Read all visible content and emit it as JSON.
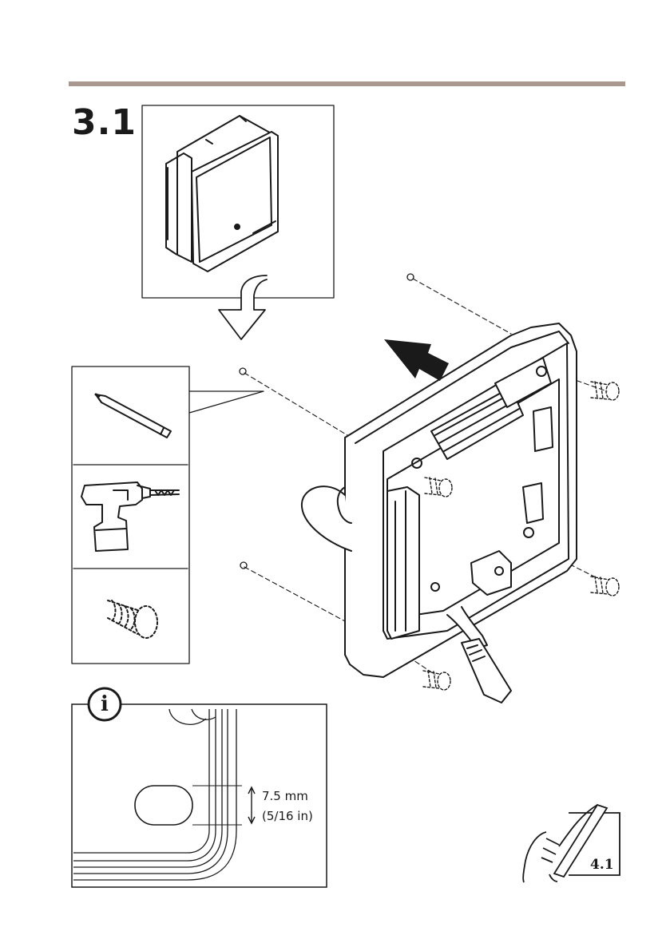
{
  "step": {
    "number": "3.1"
  },
  "tools": [
    "pencil",
    "drill",
    "screw"
  ],
  "info": {
    "icon": "info-icon",
    "dimension_mm": "7.5 mm",
    "dimension_in": "(5/16 in)"
  },
  "next_page": {
    "label": "4.1"
  },
  "colors": {
    "rule": "#a89890",
    "line": "#1a1a1a"
  }
}
